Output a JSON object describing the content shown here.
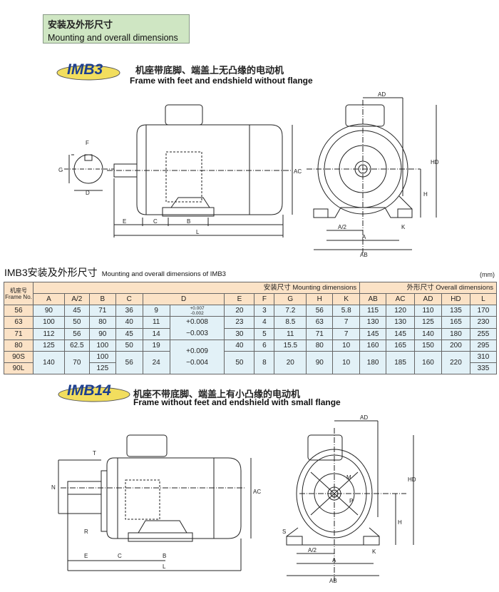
{
  "header": {
    "title_cn": "安装及外形尺寸",
    "title_en": "Mounting and overall dimensions"
  },
  "imb3": {
    "logo": "IMB3",
    "desc_cn": "机座带底脚、端盖上无凸缘的电动机",
    "desc_en": "Frame with feet and endshield without flange",
    "labels": {
      "F": "F",
      "G": "G",
      "D": "D",
      "E": "E",
      "C": "C",
      "B": "B",
      "L": "L",
      "AC": "AC",
      "AD": "AD",
      "HD": "HD",
      "H": "H",
      "A2": "A/2",
      "A": "A",
      "K": "K",
      "AB": "AB"
    }
  },
  "table": {
    "title_cn": "IMB3安装及外形尺寸",
    "title_en": "Mounting and overall dimensions of IMB3",
    "unit": "(mm)",
    "frame_cn": "机座号",
    "frame_en": "Frame No.",
    "group_mount": "安装尺寸 Mounting dimensions",
    "group_overall": "外形尺寸 Overall dimensions",
    "cols": [
      "A",
      "A/2",
      "B",
      "C",
      "D",
      "E",
      "F",
      "G",
      "H",
      "K",
      "AB",
      "AC",
      "AD",
      "HD",
      "L"
    ],
    "rows": [
      {
        "frame": "56",
        "A": "90",
        "A2": "45",
        "B": "71",
        "C": "36",
        "D": "9",
        "Dtol_plus": "+0.007",
        "Dtol_minus": "-0.002",
        "E": "20",
        "F": "3",
        "G": "7.2",
        "H": "56",
        "K": "5.8",
        "AB": "115",
        "AC": "120",
        "AD": "110",
        "HD": "135",
        "L": "170"
      },
      {
        "frame": "63",
        "A": "100",
        "A2": "50",
        "B": "80",
        "C": "40",
        "D": "11",
        "Dtol_plus": "+0.008",
        "Dtol_minus": "−0.003",
        "E": "23",
        "F": "4",
        "G": "8.5",
        "H": "63",
        "K": "7",
        "AB": "130",
        "AC": "130",
        "AD": "125",
        "HD": "165",
        "L": "230"
      },
      {
        "frame": "71",
        "A": "112",
        "A2": "56",
        "B": "90",
        "C": "45",
        "D": "14",
        "E": "30",
        "F": "5",
        "G": "11",
        "H": "71",
        "K": "7",
        "AB": "145",
        "AC": "145",
        "AD": "140",
        "HD": "180",
        "L": "255"
      },
      {
        "frame": "80",
        "A": "125",
        "A2": "62.5",
        "B": "100",
        "C": "50",
        "D": "19",
        "Dtol_plus": "+0.009",
        "Dtol_minus": "−0.004",
        "E": "40",
        "F": "6",
        "G": "15.5",
        "H": "80",
        "K": "10",
        "AB": "160",
        "AC": "165",
        "AD": "150",
        "HD": "200",
        "L": "295"
      },
      {
        "frame": "90S",
        "A": "140",
        "A2": "70",
        "B": "100",
        "C": "56",
        "D": "24",
        "E": "50",
        "F": "8",
        "G": "20",
        "H": "90",
        "K": "10",
        "AB": "180",
        "AC": "185",
        "AD": "160",
        "HD": "220",
        "L": "310"
      },
      {
        "frame": "90L",
        "B": "125",
        "L": "335"
      }
    ]
  },
  "imb14": {
    "logo": "IMB14",
    "desc_cn": "机座不带底脚、端盖上有小凸缘的电动机",
    "desc_en": "Frame without feet and endshield with small flange",
    "labels": {
      "T": "T",
      "N": "N",
      "R": "R",
      "E": "E",
      "C": "C",
      "B": "B",
      "L": "L",
      "AC": "AC",
      "AD": "AD",
      "HD": "HD",
      "H": "H",
      "M": "M",
      "P": "P",
      "S": "S",
      "A2": "A/2",
      "A": "A",
      "K": "K",
      "AB": "AB"
    }
  },
  "colors": {
    "header_bg": "#cfe6c3",
    "logo_fill": "#f2de5e",
    "logo_text": "#1c3f8f",
    "table_orange": "#fbe2c6",
    "table_blue": "#e2f1f7"
  }
}
